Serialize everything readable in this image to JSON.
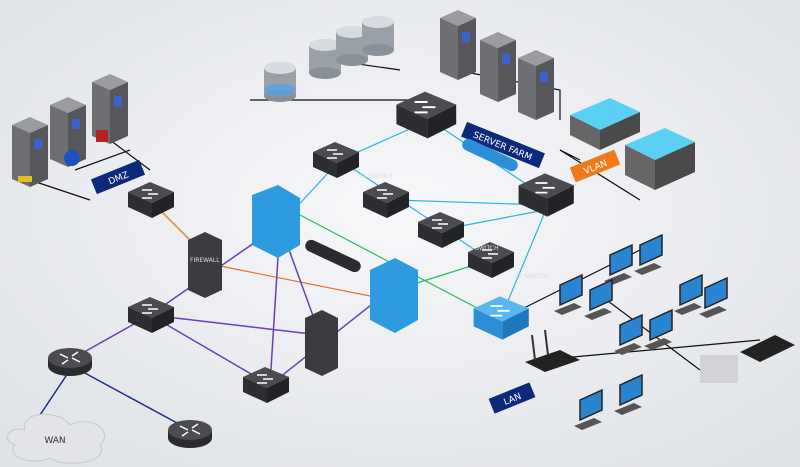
{
  "labels": {
    "dmz": "DMZ",
    "server_farm": "SERVER FARM",
    "vlan": "VLAN",
    "lan": "LAN",
    "wan": "WAN",
    "l2_switch": "L2 SWITCH",
    "firewall": "FIREWALL"
  },
  "colors": {
    "background": "#eceef1",
    "label_blue": "#0d2a7a",
    "core_switch": "#2e9be0",
    "orange": "#f07a1a",
    "dark_device": "#3a3c40"
  }
}
